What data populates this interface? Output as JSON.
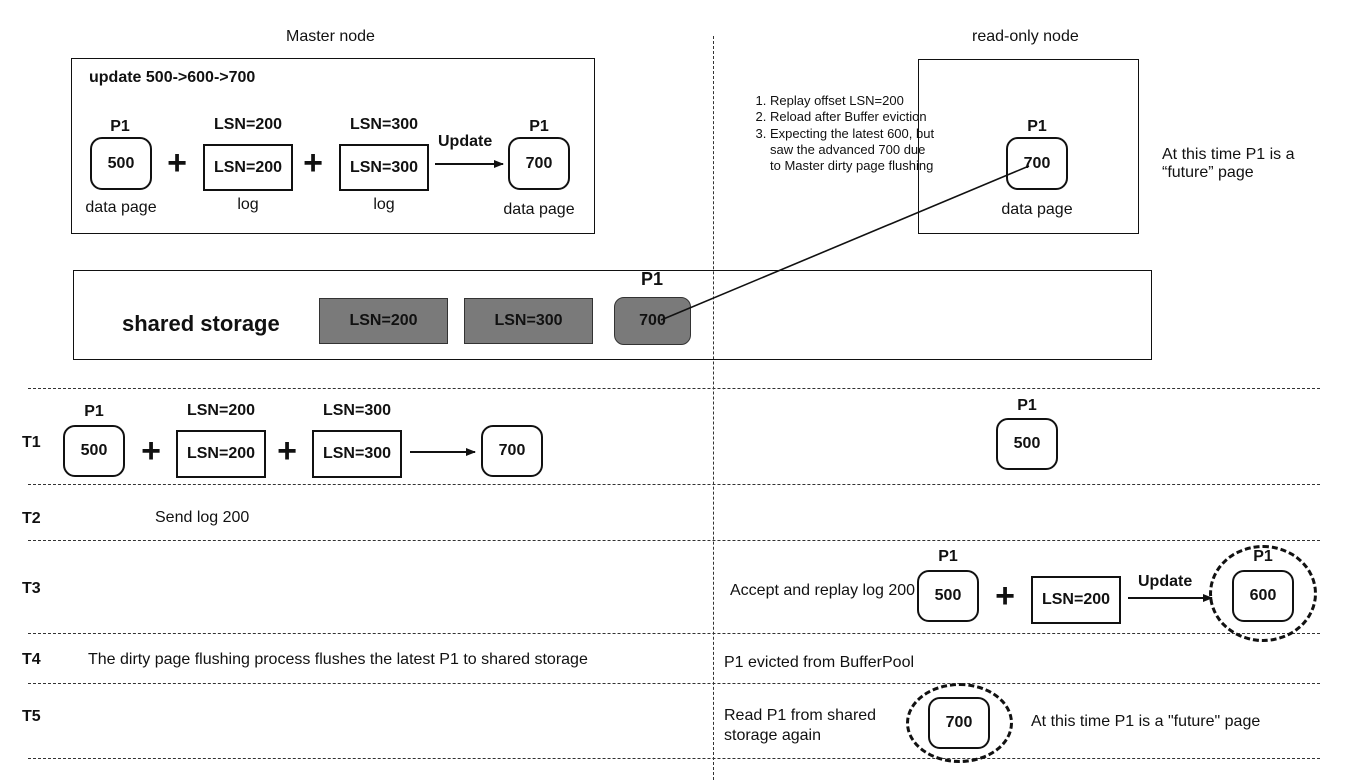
{
  "headers": {
    "master": "Master node",
    "readonly": "read-only node"
  },
  "master_box": {
    "title": "update 500->600->700",
    "p1_label": "P1",
    "p1_value": "500",
    "p1_caption": "data page",
    "log1_header": "LSN=200",
    "log1_value": "LSN=200",
    "log1_caption": "log",
    "log2_header": "LSN=300",
    "log2_value": "LSN=300",
    "log2_caption": "log",
    "update_label": "Update",
    "result_label": "P1",
    "result_value": "700",
    "result_caption": "data page"
  },
  "notes": {
    "steps": [
      "Replay offset LSN=200",
      "Reload after Buffer eviction",
      "Expecting the latest 600, but saw the advanced 700 due to Master dirty page flushing"
    ],
    "future_line1": "At this time P1 is a",
    "future_line2": "“future” page"
  },
  "readonly_box": {
    "p1_label": "P1",
    "p1_value": "700",
    "caption": "data page"
  },
  "shared_storage": {
    "title": "shared storage",
    "block1": "LSN=200",
    "block2": "LSN=300",
    "p1_label": "P1",
    "p1_value": "700"
  },
  "t1": {
    "label": "T1",
    "p1_label": "P1",
    "p1_value": "500",
    "log1_header": "LSN=200",
    "log1_value": "LSN=200",
    "log2_header": "LSN=300",
    "log2_value": "LSN=300",
    "result_value": "700",
    "ro_p1_label": "P1",
    "ro_p1_value": "500"
  },
  "t2": {
    "label": "T2",
    "text": "Send log 200"
  },
  "t3": {
    "label": "T3",
    "text": "Accept and replay log 200",
    "p1_label": "P1",
    "p1_value": "500",
    "log_value": "LSN=200",
    "update_label": "Update",
    "result_label": "P1",
    "result_value": "600"
  },
  "t4": {
    "label": "T4",
    "text": "The dirty page flushing process flushes the latest P1 to shared storage",
    "ro_text": "P1 evicted from BufferPool"
  },
  "t5": {
    "label": "T5",
    "text_line1": "Read P1 from shared",
    "text_line2": "storage again",
    "value": "700",
    "future_text": "At this time P1 is a \"future\" page"
  }
}
